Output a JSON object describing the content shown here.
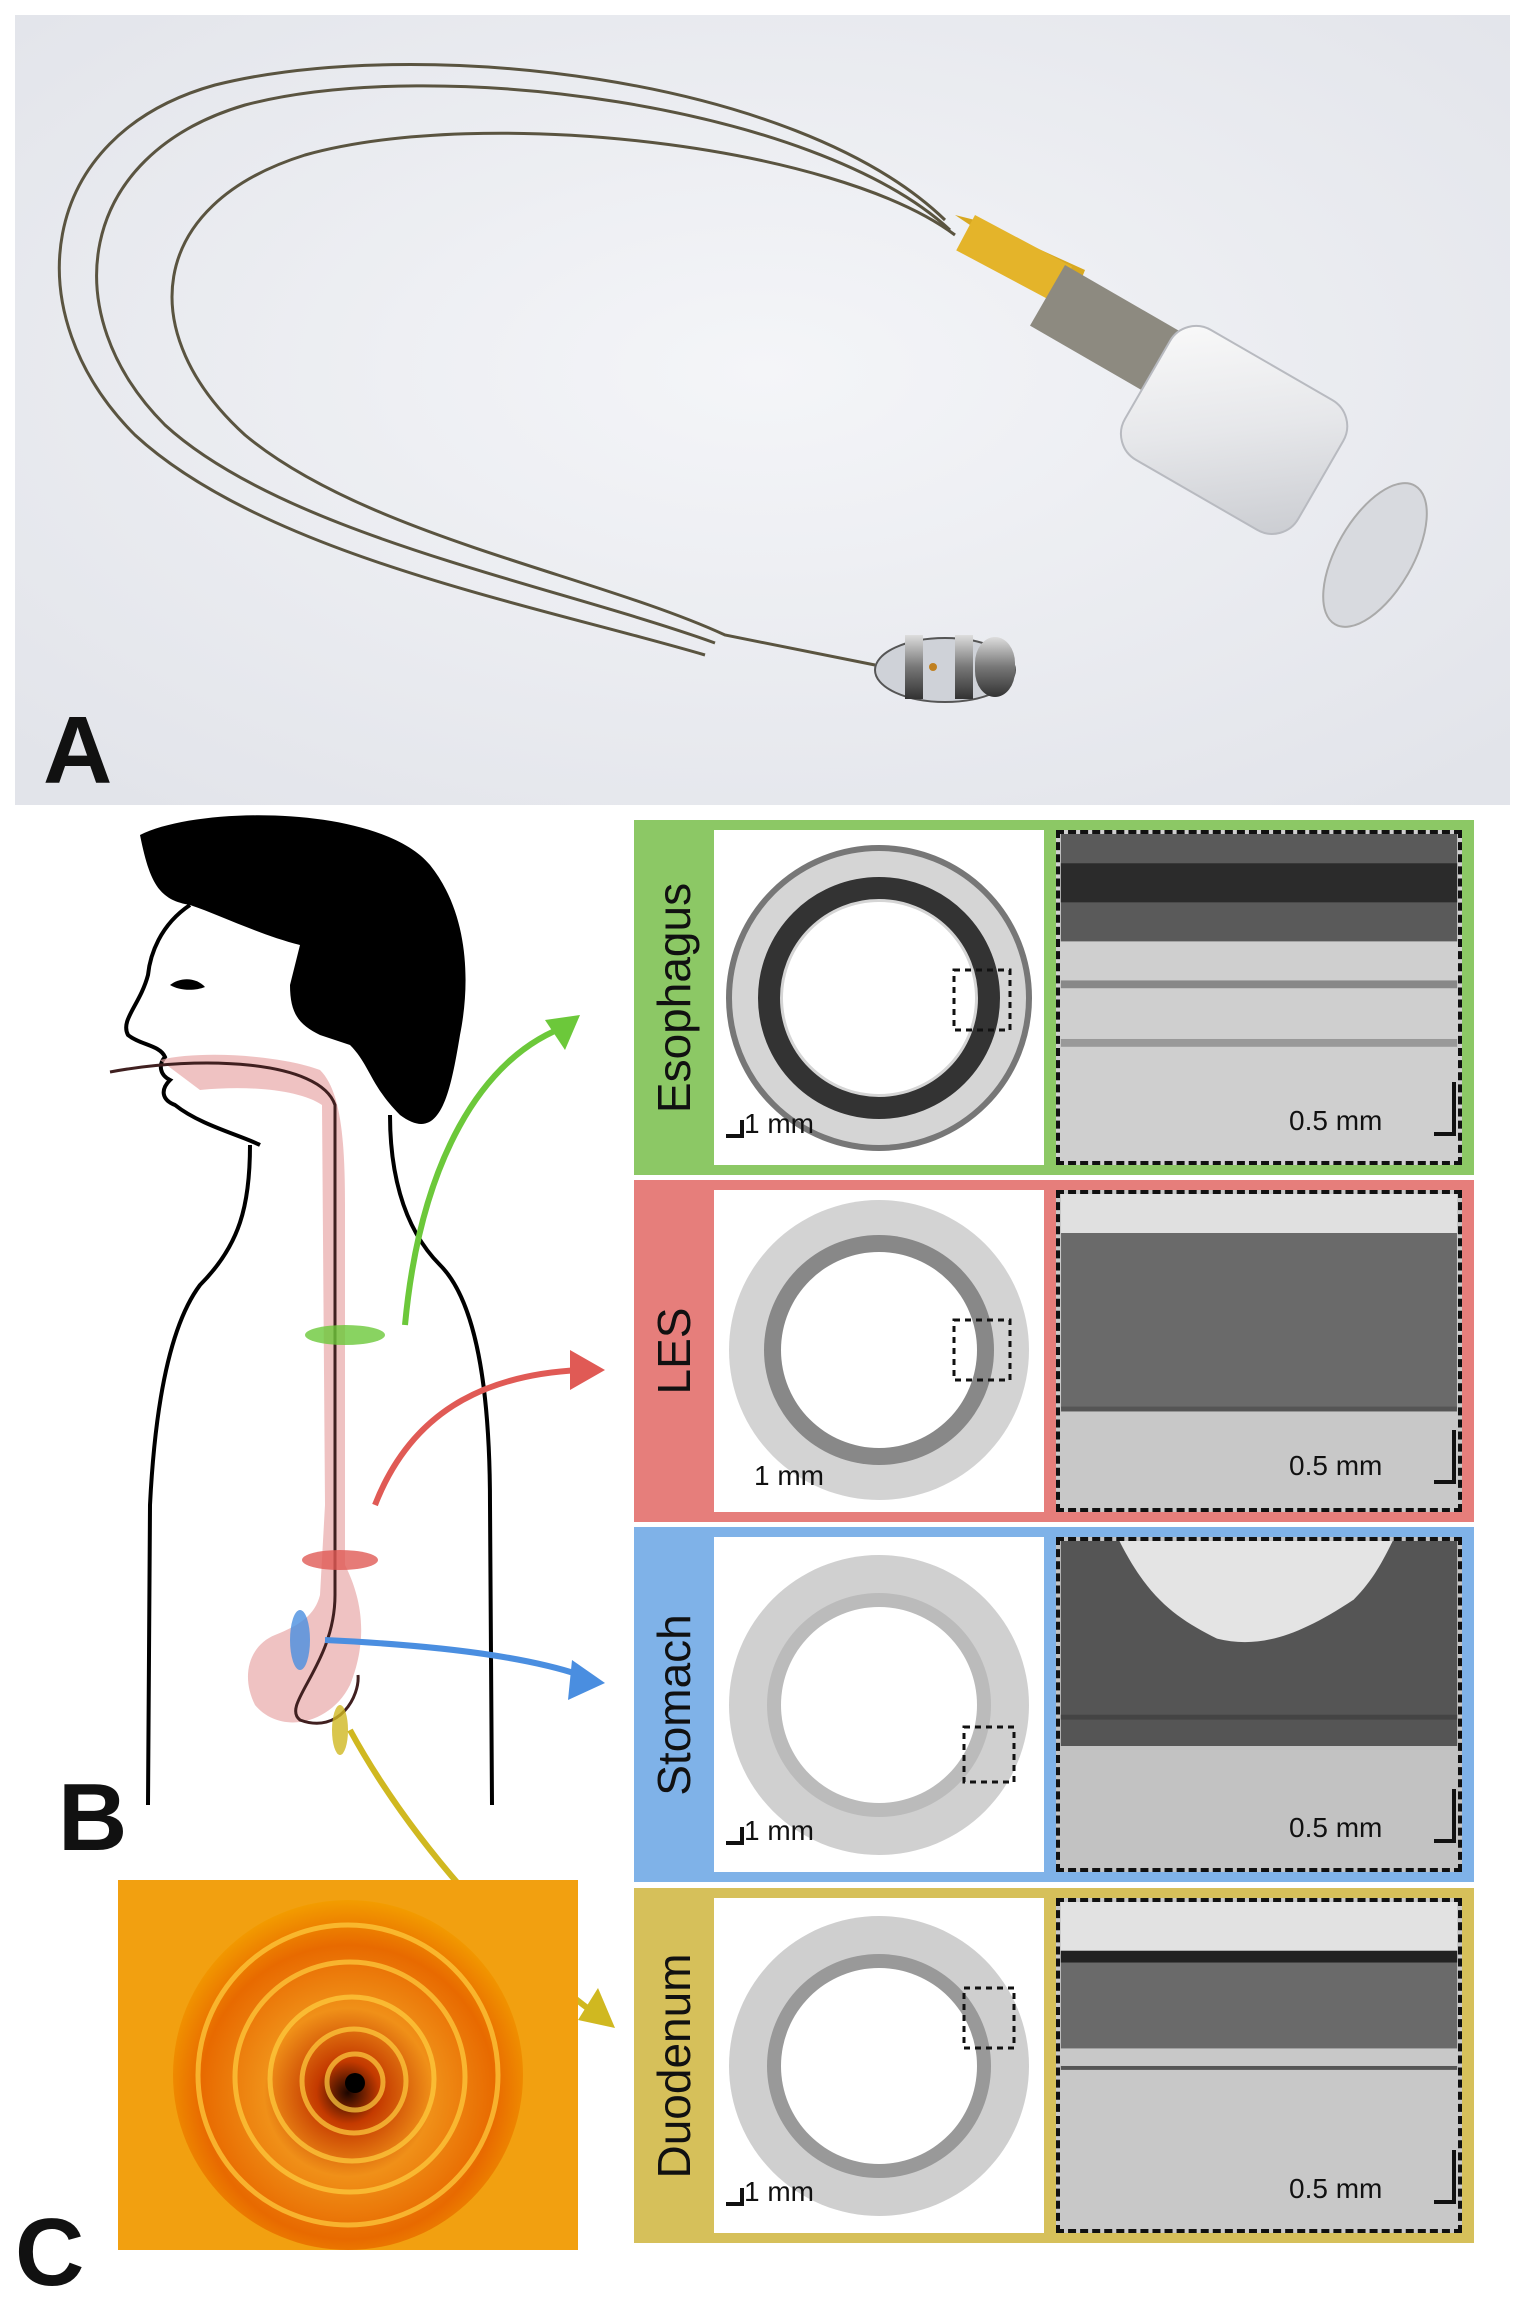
{
  "figure": {
    "panel_letters": {
      "a": "A",
      "b": "B",
      "c": "C"
    },
    "organs": [
      {
        "name": "Esophagus",
        "color": "#8cc865",
        "circle_scale": "1 mm",
        "zoom_scale": "0.5 mm"
      },
      {
        "name": "LES",
        "color": "#e67e7b",
        "circle_scale": "1 mm",
        "zoom_scale": "0.5 mm"
      },
      {
        "name": "Stomach",
        "color": "#7fb2e8",
        "circle_scale": "1 mm",
        "zoom_scale": "0.5 mm"
      },
      {
        "name": "Duodenum",
        "color": "#d6c05a",
        "circle_scale": "1 mm",
        "zoom_scale": "0.5 mm"
      }
    ],
    "arrow_colors": {
      "esophagus": "#6cc83a",
      "les": "#e05a55",
      "stomach": "#4a8ee0",
      "duodenum": "#d0b820"
    }
  }
}
